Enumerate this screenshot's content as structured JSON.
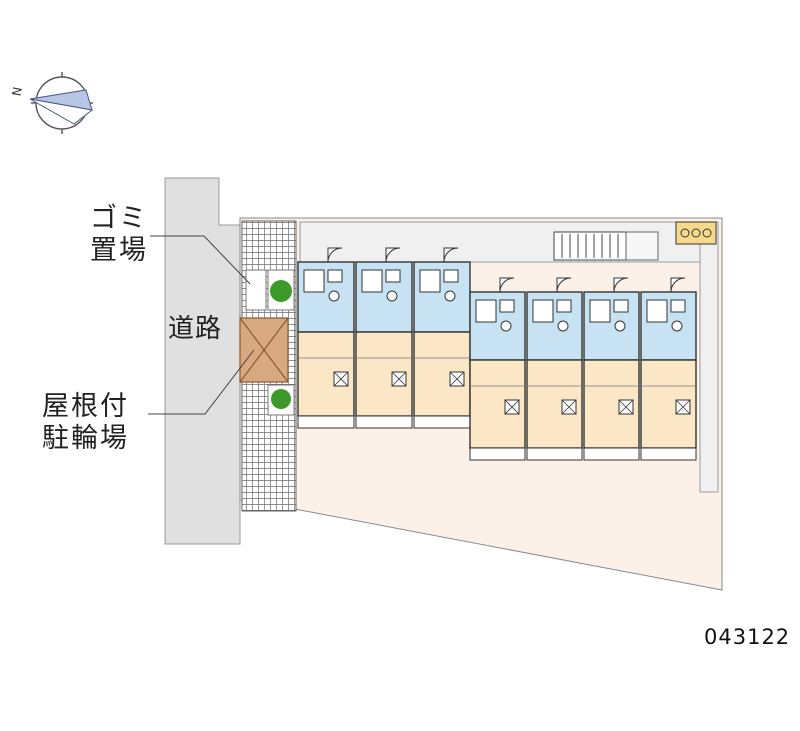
{
  "labels": {
    "garbage": "ゴミ\n置場",
    "road": "道路",
    "bike": "屋根付\n駐輪場",
    "code": "043122"
  },
  "compass": {
    "north_mark": "N"
  },
  "colors": {
    "room": "#fbe7c6",
    "wet_area": "#c7e3f3",
    "lot": "#fbf1e8",
    "road": "#e0e0e0",
    "walk": "#f0f0f0",
    "parking_roof": "#d8a980",
    "plant": "#3d9a2a"
  },
  "units": {
    "front_row_count": 3,
    "rear_row_count": 4
  }
}
